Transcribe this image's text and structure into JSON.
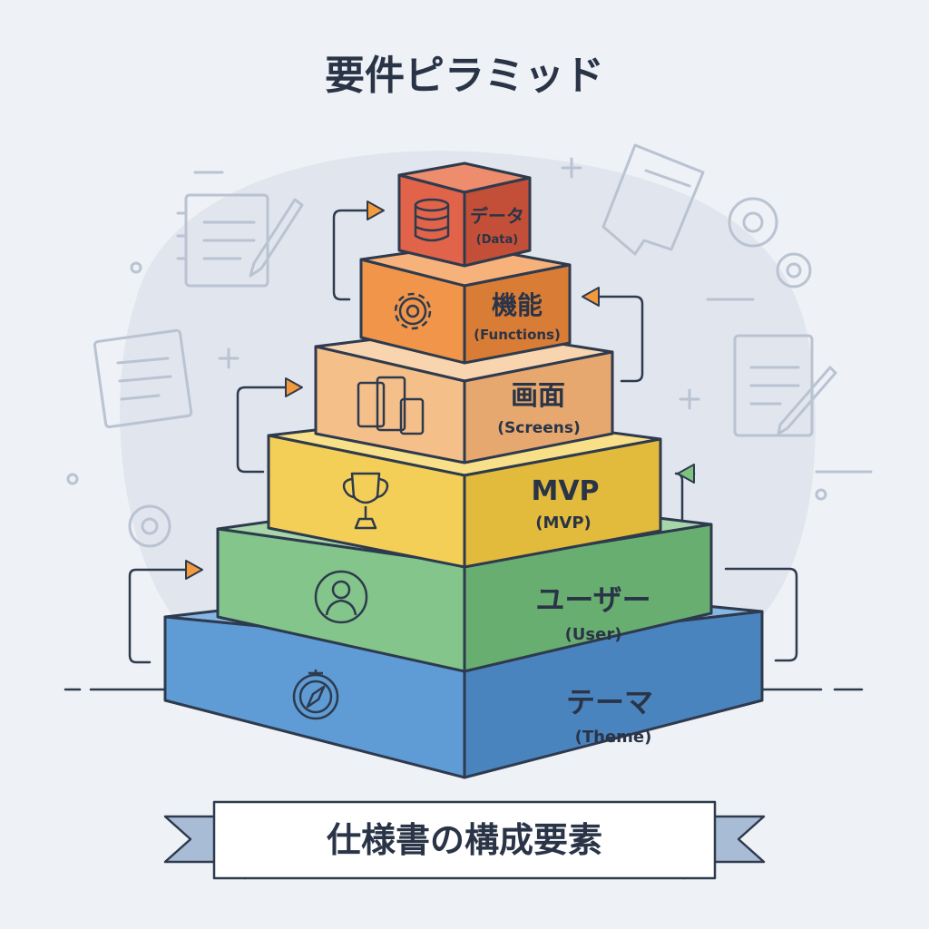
{
  "title": "要件ピラミッド",
  "banner": "仕様書の構成要素",
  "colors": {
    "background": "#eef1f5",
    "outline": "#2e3a4d",
    "doodle": "#b9c3d2"
  },
  "layers": [
    {
      "label": "データ",
      "sublabel": "(Data)",
      "icon": "database-icon",
      "front": "#e0634a",
      "top": "#ee8c6e",
      "side": "#c44f38"
    },
    {
      "label": "機能",
      "sublabel": "(Functions)",
      "icon": "gear-icon",
      "front": "#f0954a",
      "top": "#f6b27a",
      "side": "#d97c36"
    },
    {
      "label": "画面",
      "sublabel": "(Screens)",
      "icon": "devices-icon",
      "front": "#f5bf8a",
      "top": "#f9d5af",
      "side": "#e6a86f"
    },
    {
      "label": "MVP",
      "sublabel": "(MVP)",
      "icon": "trophy-icon",
      "front": "#f3cf57",
      "top": "#f8e089",
      "side": "#e2ba3c"
    },
    {
      "label": "ユーザー",
      "sublabel": "(User)",
      "icon": "user-icon",
      "front": "#83c58a",
      "top": "#a6d6a9",
      "side": "#69ae71"
    },
    {
      "label": "テーマ",
      "sublabel": "(Theme)",
      "icon": "compass-icon",
      "front": "#5f9bd4",
      "top": "#86b6e3",
      "side": "#4a84bf"
    }
  ]
}
